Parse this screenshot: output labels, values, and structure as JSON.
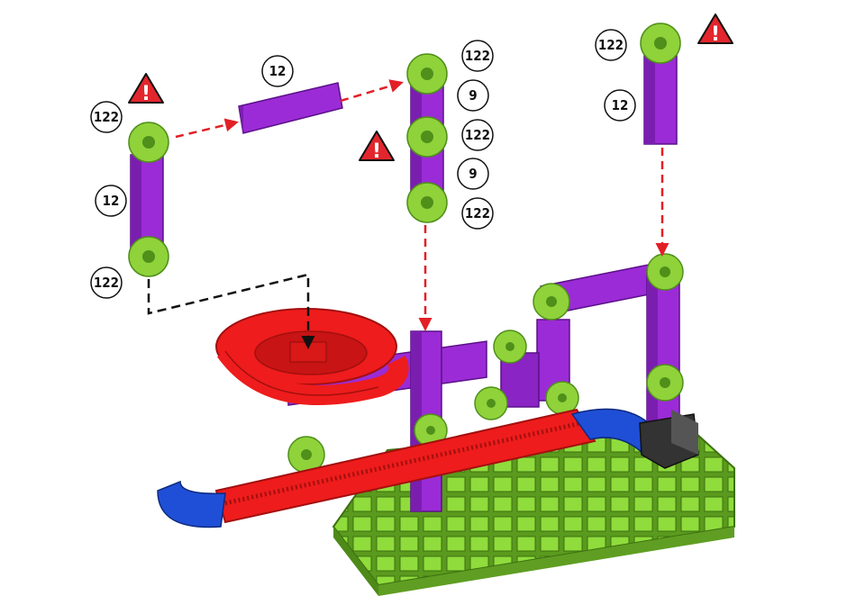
{
  "colors": {
    "frame": "#9b2bd6",
    "frame_dark": "#6c1aa0",
    "connector": "#8fd23a",
    "connector_dark": "#4f8f1a",
    "track": "#ee1c1c",
    "track_dark": "#a30f0f",
    "tube": "#1f4fd6",
    "base": "#86d63a",
    "base_dark": "#4d8a18",
    "arrow_red": "#e21f26",
    "arrow_black": "#111111",
    "warning": "#e3262d"
  },
  "labels": {
    "a_top": "122",
    "a_mid": "12",
    "a_bottom": "122",
    "b_top": "12",
    "c_1": "122",
    "c_2": "9",
    "c_3": "122",
    "c_4": "9",
    "c_5": "122",
    "d_top": "122",
    "d_mid": "12"
  },
  "warnings": {
    "a": "!",
    "c": "!",
    "d": "!"
  },
  "icons": [
    "warning-icon",
    "part-number-badge",
    "assembly-arrow"
  ]
}
